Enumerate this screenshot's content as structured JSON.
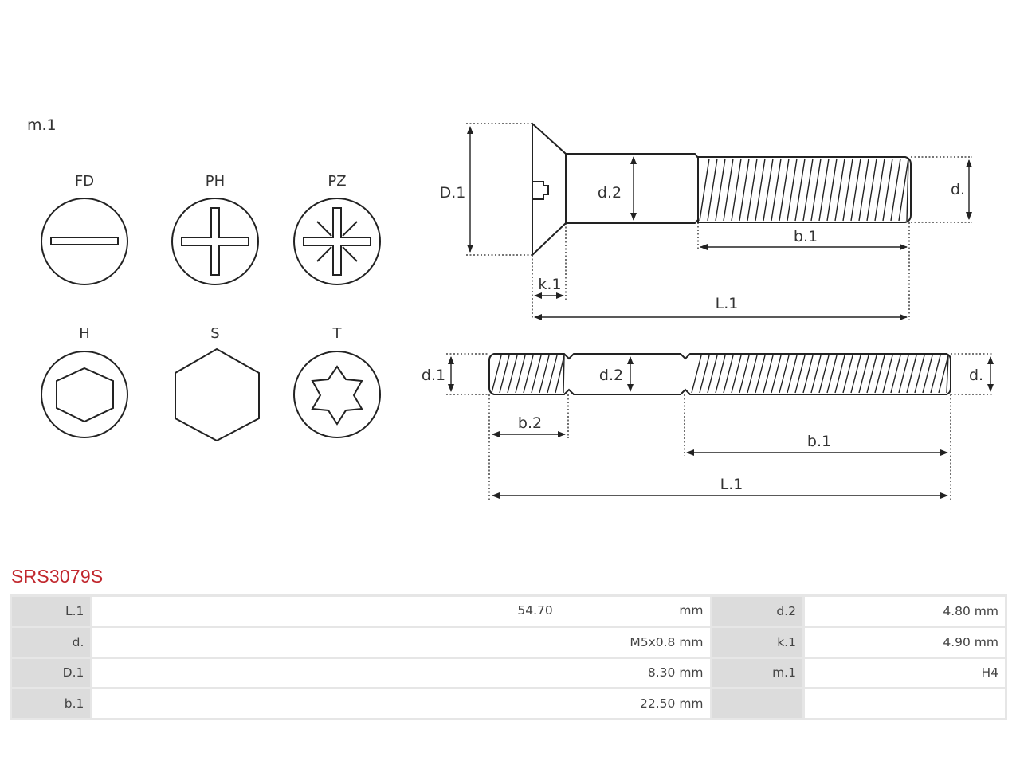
{
  "drive_types_label": "m.1",
  "drive_types": [
    {
      "code": "FD",
      "icon": "flat-slot-drive-icon"
    },
    {
      "code": "PH",
      "icon": "phillips-drive-icon"
    },
    {
      "code": "PZ",
      "icon": "pozidriv-drive-icon"
    },
    {
      "code": "H",
      "icon": "hex-socket-drive-icon"
    },
    {
      "code": "S",
      "icon": "hex-head-drive-icon"
    },
    {
      "code": "T",
      "icon": "torx-drive-icon"
    }
  ],
  "screw_diagram": {
    "D1": "D.1",
    "d2": "d.2",
    "d": "d.",
    "b1": "b.1",
    "k1": "k.1",
    "L1": "L.1"
  },
  "stud_diagram": {
    "d1": "d.1",
    "d2": "d.2",
    "d": "d.",
    "b2": "b.2",
    "b1": "b.1",
    "L1": "L.1"
  },
  "part_number": "SRS3079S",
  "specs": {
    "rows": [
      {
        "k1": "L.1",
        "v1_num": "54.70",
        "v1_unit": "mm",
        "k2": "d.2",
        "v2": "4.80 mm"
      },
      {
        "k1": "d.",
        "v1": "M5x0.8 mm",
        "k2": "k.1",
        "v2": "4.90 mm"
      },
      {
        "k1": "D.1",
        "v1": "8.30 mm",
        "k2": "m.1",
        "v2": "H4"
      },
      {
        "k1": "b.1",
        "v1": "22.50 mm",
        "k2": "",
        "v2": ""
      }
    ]
  }
}
